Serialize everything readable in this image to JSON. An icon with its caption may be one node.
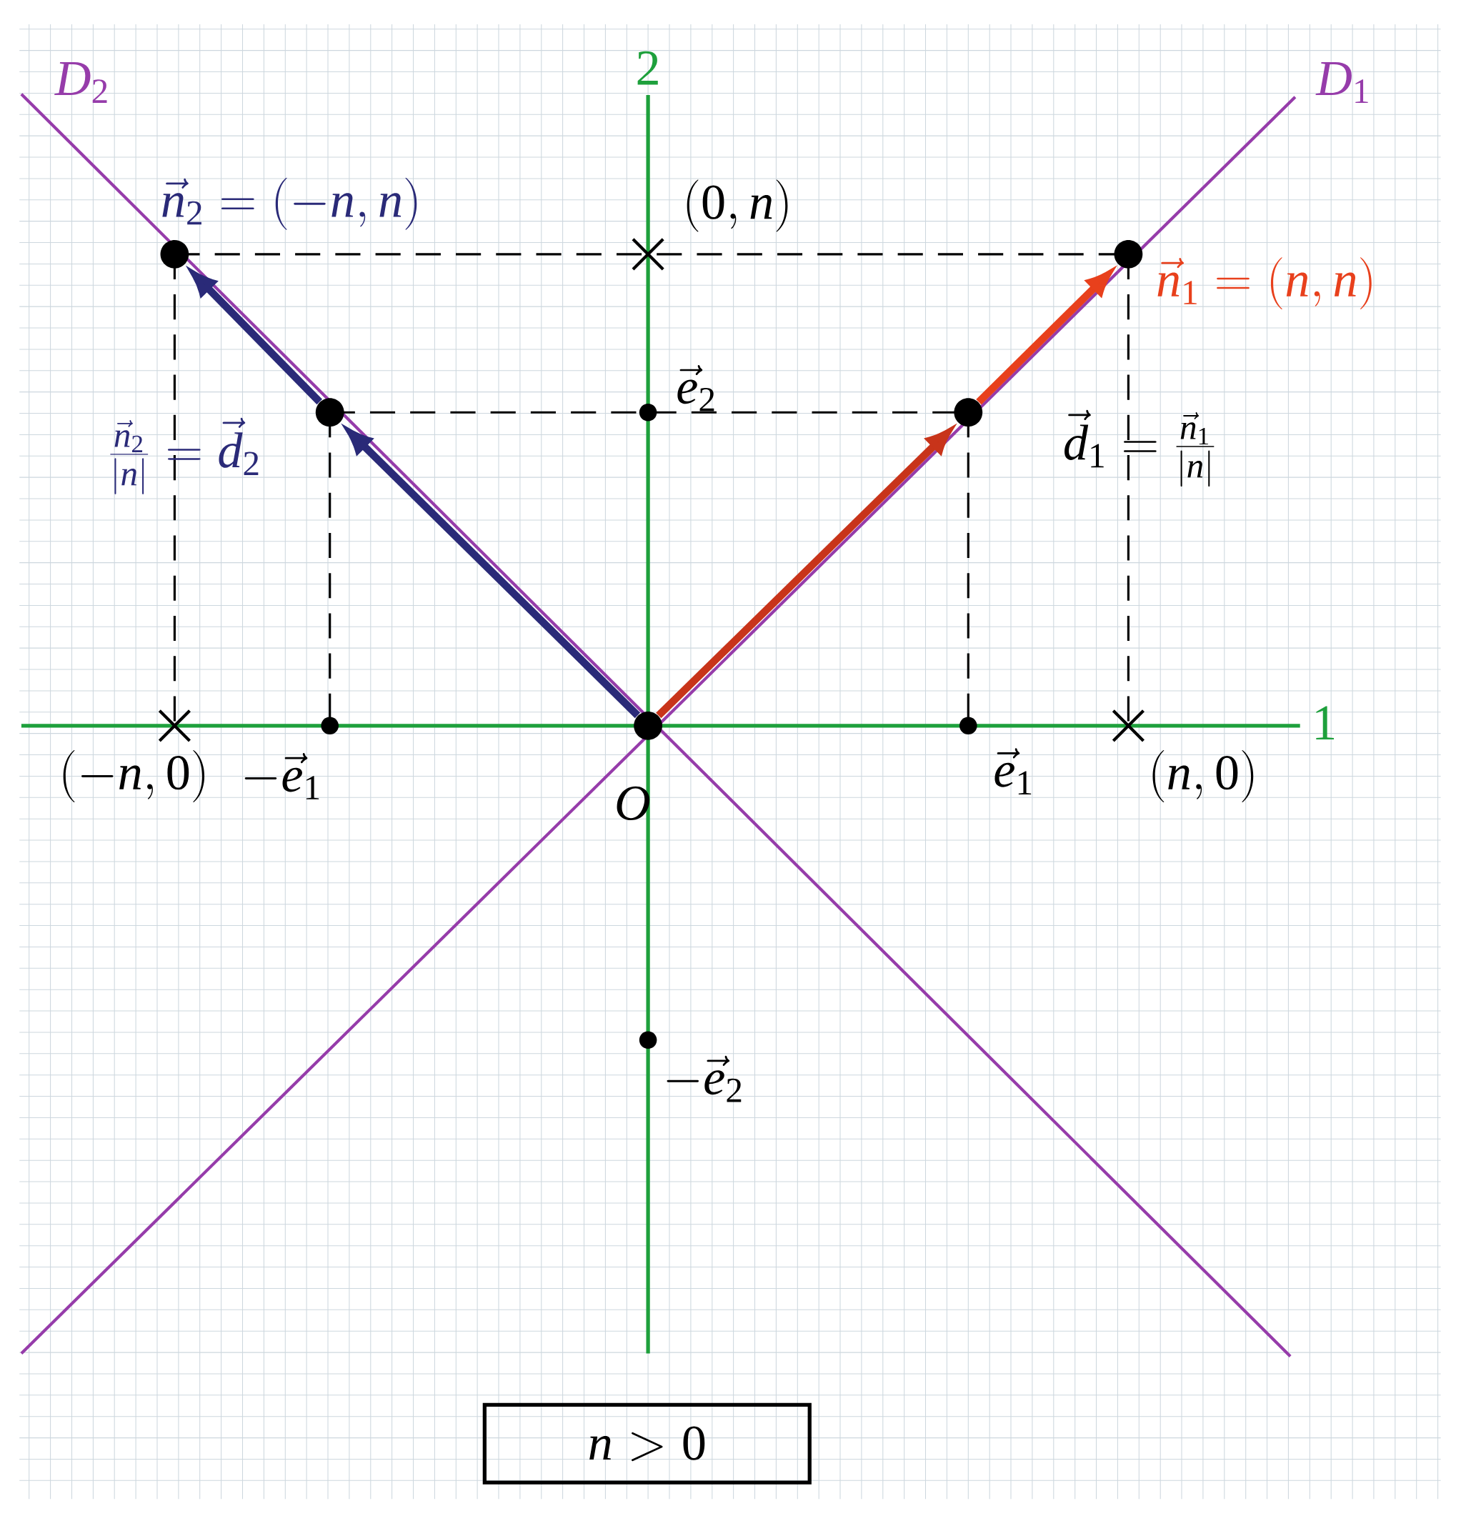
{
  "diagram": {
    "nodes": [
      {
        "text": [
          "O"
        ]
      },
      {
        "text": [
          "\\vec{n}_1=(n,n)"
        ]
      },
      {
        "text": [
          "\\vec{d}_1=\\frac{\\vec{n}_1}{|n|}"
        ]
      },
      {
        "text": [
          "\\vec{n}_2=(-n,n)"
        ]
      },
      {
        "text": [
          "\\frac{\\vec{n}_2}{|n|}=\\vec{d}_2"
        ]
      },
      {
        "text": [
          "n>0"
        ]
      }
    ],
    "edges": [
      {
        "from": 2,
        "to": 1,
        "arrow": "to",
        "color": "#e8401c"
      },
      {
        "from": 0,
        "to": 2,
        "arrow": "to",
        "color": "#c8341a"
      },
      {
        "from": 4,
        "to": 3,
        "arrow": "to",
        "color": "#2a2a78"
      },
      {
        "from": 0,
        "to": 4,
        "arrow": "to",
        "color": "#2a2a78"
      }
    ],
    "labels": [
      "D_2",
      "2",
      "D_1",
      "(0,n)",
      "\\vec{e}_2",
      "1",
      "(-n,0)",
      "-\\vec{e}_1",
      "\\vec{e}_1",
      "(n,0)",
      "-\\vec{e}_2"
    ]
  }
}
